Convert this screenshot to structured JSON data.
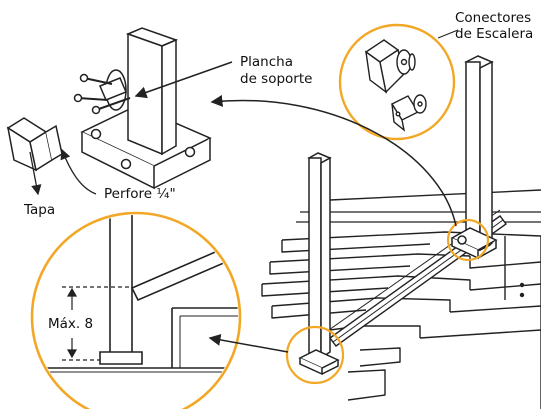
{
  "labels": {
    "connectors_line1": "Conectores",
    "connectors_line2": "de Escalera",
    "plate_line1": "Plancha",
    "plate_line2": "de soporte",
    "cap": "Tapa",
    "drill": "Perfore ¼\"",
    "max": "Máx. 8"
  },
  "colors": {
    "callout_ring": "#F2A826",
    "line": "#222222",
    "post_fill": "#FFFFFF"
  }
}
